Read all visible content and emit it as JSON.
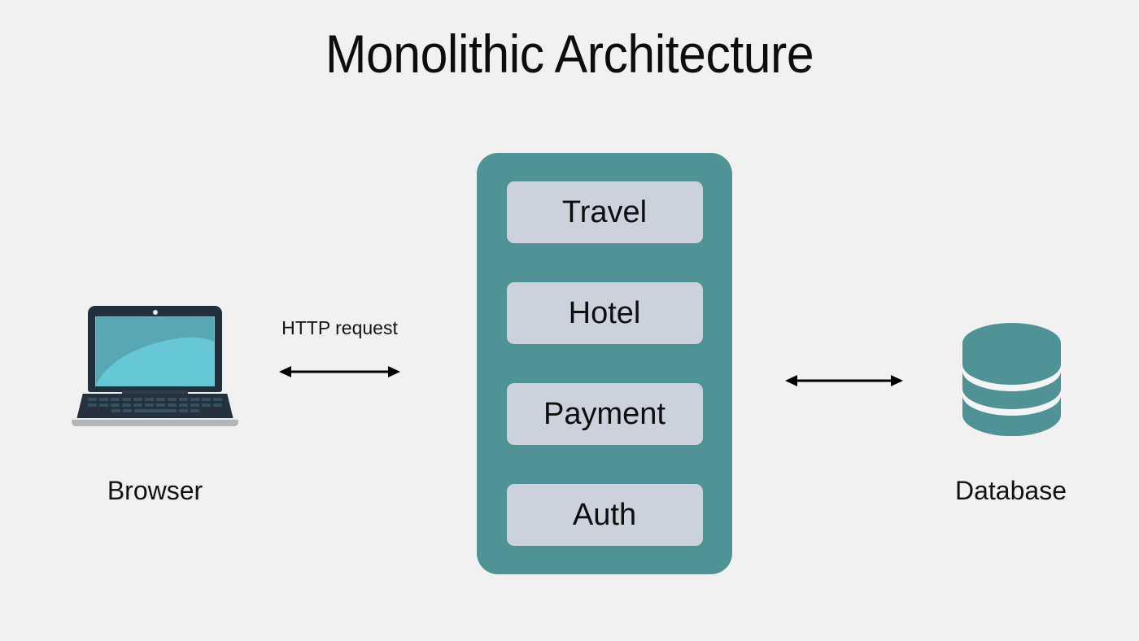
{
  "page": {
    "title": "Monolithic Architecture",
    "background_color": "#f1f1f1"
  },
  "colors": {
    "monolith_fill": "#4f9396",
    "module_fill": "#cbd2dc",
    "database_fill": "#4f9396",
    "laptop_bezel": "#22303c",
    "laptop_screen": "#57a7b4",
    "laptop_screen_wave": "#66c7d6",
    "text": "#0d0d0d",
    "arrow": "#000000"
  },
  "nodes": {
    "browser": {
      "label": "Browser",
      "icon": "laptop-icon"
    },
    "database": {
      "label": "Database",
      "icon": "database-cylinder-icon"
    }
  },
  "monolith": {
    "modules": [
      {
        "label": "Travel"
      },
      {
        "label": "Hotel"
      },
      {
        "label": "Payment"
      },
      {
        "label": "Auth"
      }
    ]
  },
  "connections": [
    {
      "name": "browser-to-monolith",
      "label": "HTTP request",
      "arrow": "double-headed"
    },
    {
      "name": "monolith-to-database",
      "label": "",
      "arrow": "double-headed"
    }
  ]
}
